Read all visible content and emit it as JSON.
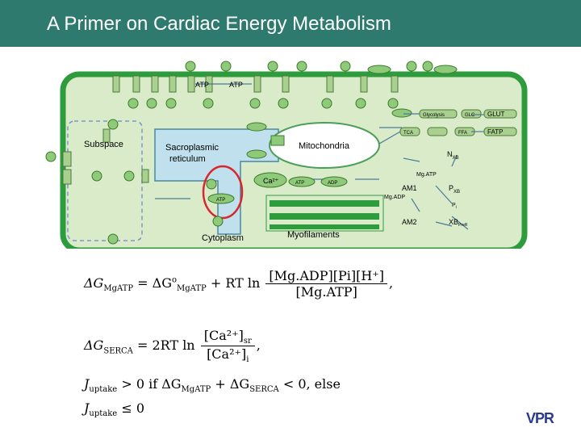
{
  "title": "A Primer on Cardiac Energy Metabolism",
  "compartments": {
    "subspace": "Subspace",
    "sr": "Sacroplasmic",
    "sr2": "reticulum",
    "mito": "Mitochondria",
    "myo": "Myofilaments",
    "cyto": "Cytoplasm"
  },
  "labels": {
    "atp1": "ATP",
    "atp2": "ATP",
    "atp_sr": "ATP",
    "ca": "Ca²⁺",
    "atp_m": "ATP",
    "adp_m": "ADP",
    "glycolysis": "Glycolysis",
    "glc": "GLC",
    "glut": "GLUT",
    "ffa": "FFA",
    "fatp": "FATP",
    "tca": "TCA",
    "mgatp": "Mg.ATP",
    "am1": "AM1",
    "pxb": "P",
    "pxb_sub": "XB",
    "mgadp": "Mg.ADP",
    "pi": "P",
    "pi_sub": "i",
    "am2": "AM2",
    "xbpre": "XB",
    "xbpre_sub": "PreR",
    "nxb": "N",
    "nxb_sub": "XB"
  },
  "equations": {
    "dG": "ΔG",
    "mgatp_sub": "MgATP",
    "eq": " = ΔG",
    "zero": "o",
    "plus_rt": " + RT ln",
    "num1": "[Mg.ADP][Pi][H⁺]",
    "den1": "[Mg.ATP]",
    "comma": ",",
    "serca_sub": "SERCA",
    "eq2": " = 2RT ln",
    "num2": "[Ca²⁺]",
    "num2_sub": "sr",
    "den2": "[Ca²⁺]",
    "den2_sub": "i",
    "j": "J",
    "uptake": "uptake",
    "cond": " > 0 if ΔG",
    "plus": " + ΔG",
    "tail": " < 0, else",
    "le": " ≤ 0"
  },
  "logo": "VPR"
}
